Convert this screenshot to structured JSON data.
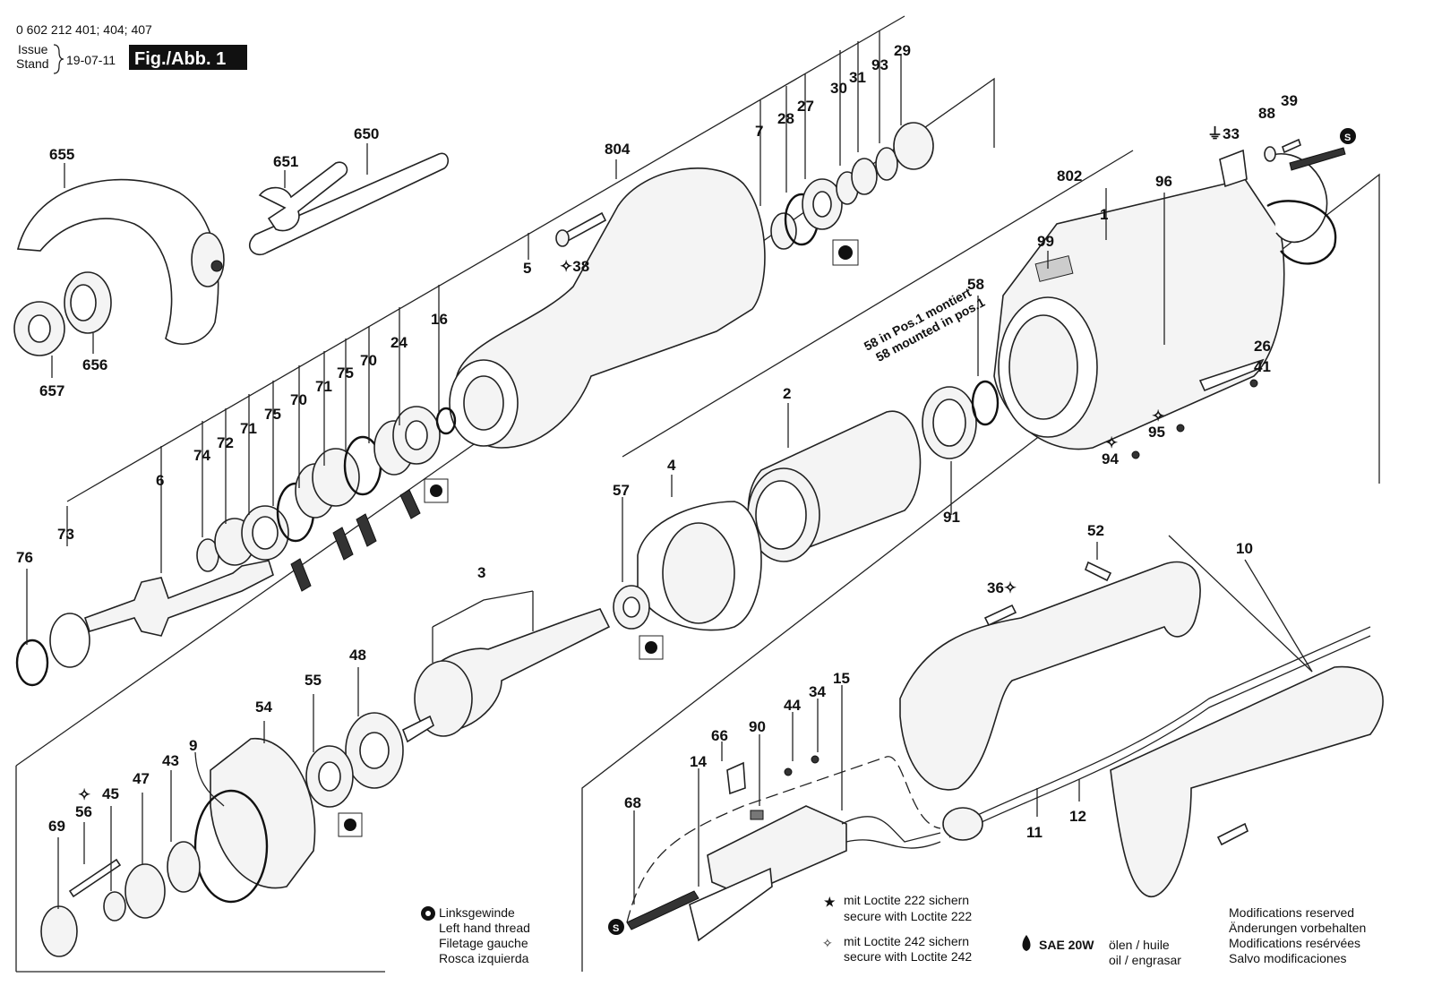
{
  "header": {
    "part_numbers": "0 602 212 401; 404; 407",
    "issue_label": "Issue",
    "stand_label": "Stand",
    "date": "19-07-11",
    "figure": "Fig./Abb. 1"
  },
  "labels": {
    "p655": "655",
    "p651": "651",
    "p650": "650",
    "p656": "656",
    "p657": "657",
    "p804": "804",
    "p7": "7",
    "p28": "28",
    "p27": "27",
    "p30": "30",
    "p31": "31",
    "p93": "93",
    "p29": "29",
    "p5": "5",
    "p38": "38",
    "p16": "16",
    "p24": "24",
    "p70a": "70",
    "p75a": "75",
    "p71a": "71",
    "p70b": "70",
    "p75b": "75",
    "p71b": "71",
    "p72": "72",
    "p74": "74",
    "p6": "6",
    "p73": "73",
    "p76": "76",
    "p33": "33",
    "p88": "88",
    "p39": "39",
    "p802": "802",
    "p96": "96",
    "p1": "1",
    "p99": "99",
    "p58": "58",
    "p26": "26",
    "p41": "41",
    "p95": "95",
    "p94": "94",
    "p2": "2",
    "p91": "91",
    "p4": "4",
    "p57": "57",
    "p3": "3",
    "p48": "48",
    "p55": "55",
    "p54": "54",
    "p9": "9",
    "p43": "43",
    "p47": "47",
    "p45": "45",
    "p56": "56",
    "p69": "69",
    "p52": "52",
    "p10": "10",
    "p36": "36",
    "p44": "44",
    "p34": "34",
    "p15": "15",
    "p66": "66",
    "p90": "90",
    "p14": "14",
    "p68": "68",
    "p11": "11",
    "p12": "12"
  },
  "notes": {
    "mounted_de": "58 in Pos.1 montiert",
    "mounted_en": "58 mounted in pos.1",
    "left_thread": [
      "Linksgewinde",
      "Left hand thread",
      "Filetage gauche",
      "Rosca izquierda"
    ],
    "loctite222": [
      "mit Loctite 222 sichern",
      "secure with Loctite 222"
    ],
    "loctite242": [
      "mit Loctite 242 sichern",
      "secure with Loctite 242"
    ],
    "oil_title": "SAE 20W",
    "oil_text": [
      "ölen / huile",
      "oil / engrasar"
    ],
    "modifications": [
      "Modifications reserved",
      "Änderungen vorbehalten",
      "Modifications resérvées",
      "Salvo modificaciones"
    ]
  }
}
